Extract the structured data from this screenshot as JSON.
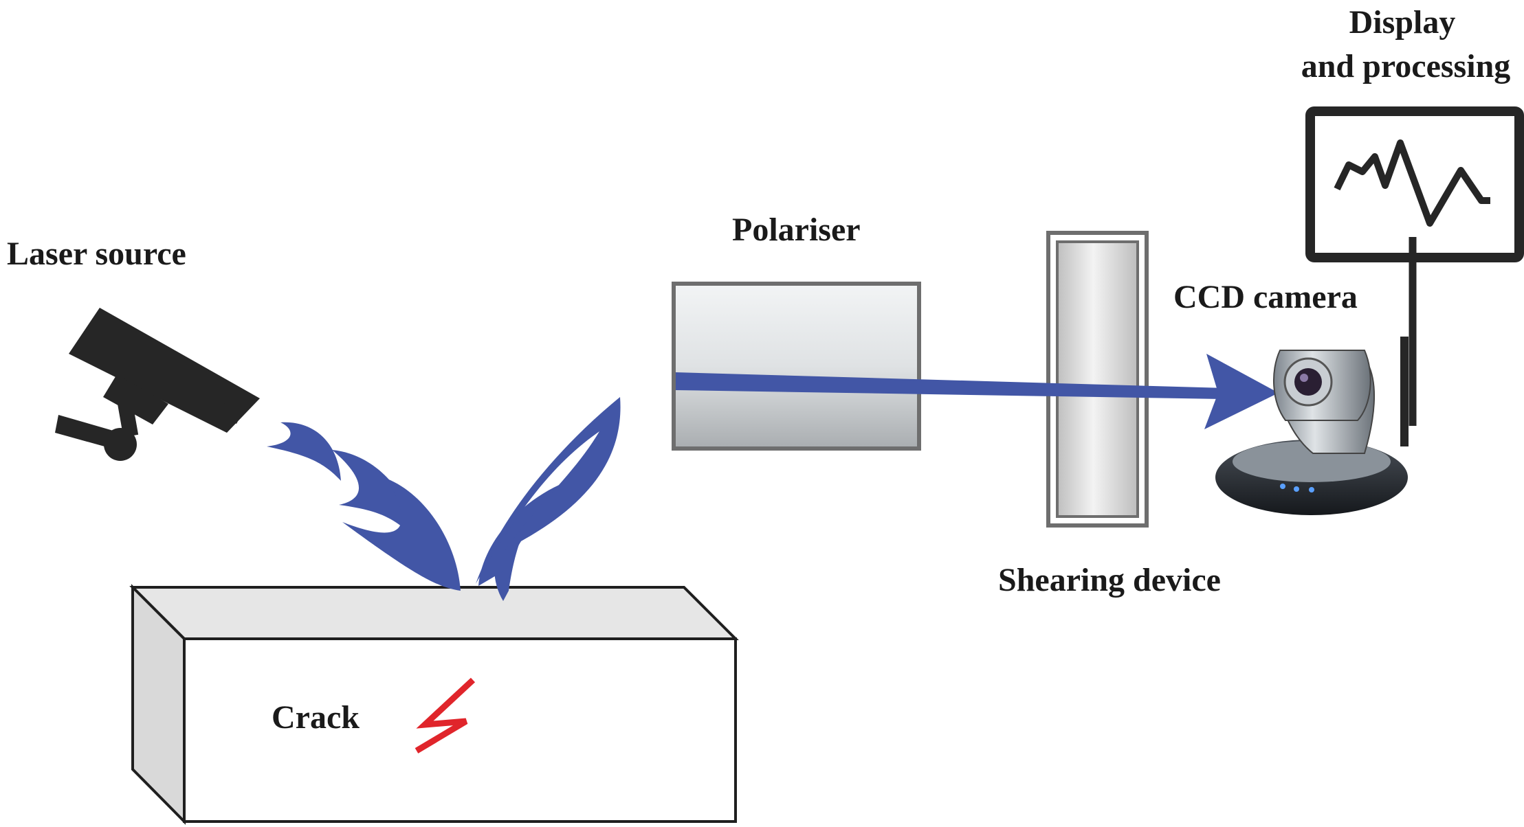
{
  "labels": {
    "laser_source": "Laser source",
    "polariser": "Polariser",
    "ccd_camera": "CCD camera",
    "display_line1": "Display",
    "display_line2": "and processing",
    "shearing_device": "Shearing device",
    "crack": "Crack"
  },
  "colors": {
    "beam": "#4256a6",
    "crack": "#e0252b",
    "outline": "#1f1f1f",
    "device_gray": "#6e6e6e",
    "block_top": "#e6e6e6",
    "block_side": "#d9d9d9"
  },
  "icons": {
    "laser": "laser-source-icon",
    "camera": "ccd-camera-icon",
    "monitor": "display-monitor-icon"
  }
}
